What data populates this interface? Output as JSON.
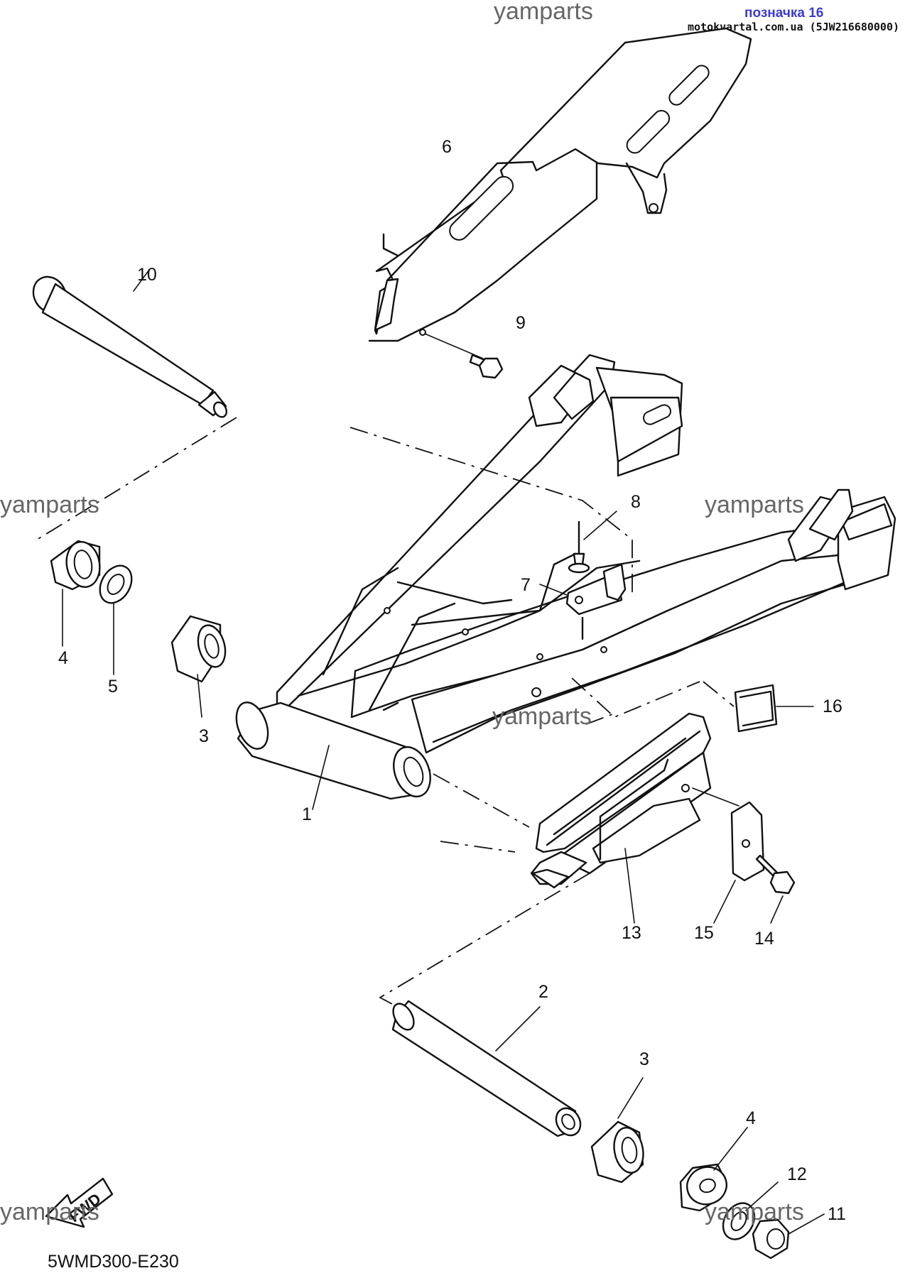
{
  "header": {
    "watermark_top": "yamparts",
    "link_text": "позначка 16",
    "source_line": "motokvartal.com.ua (5JW216680000)"
  },
  "watermarks": [
    "yamparts",
    "yamparts",
    "yamparts",
    "yamparts",
    "yamparts"
  ],
  "callouts": [
    "1",
    "2",
    "3",
    "3",
    "4",
    "4",
    "5",
    "6",
    "7",
    "8",
    "9",
    "10",
    "11",
    "12",
    "13",
    "14",
    "15",
    "16"
  ],
  "fwd_label": "FWD",
  "diagram_code": "5WMD300-E230"
}
